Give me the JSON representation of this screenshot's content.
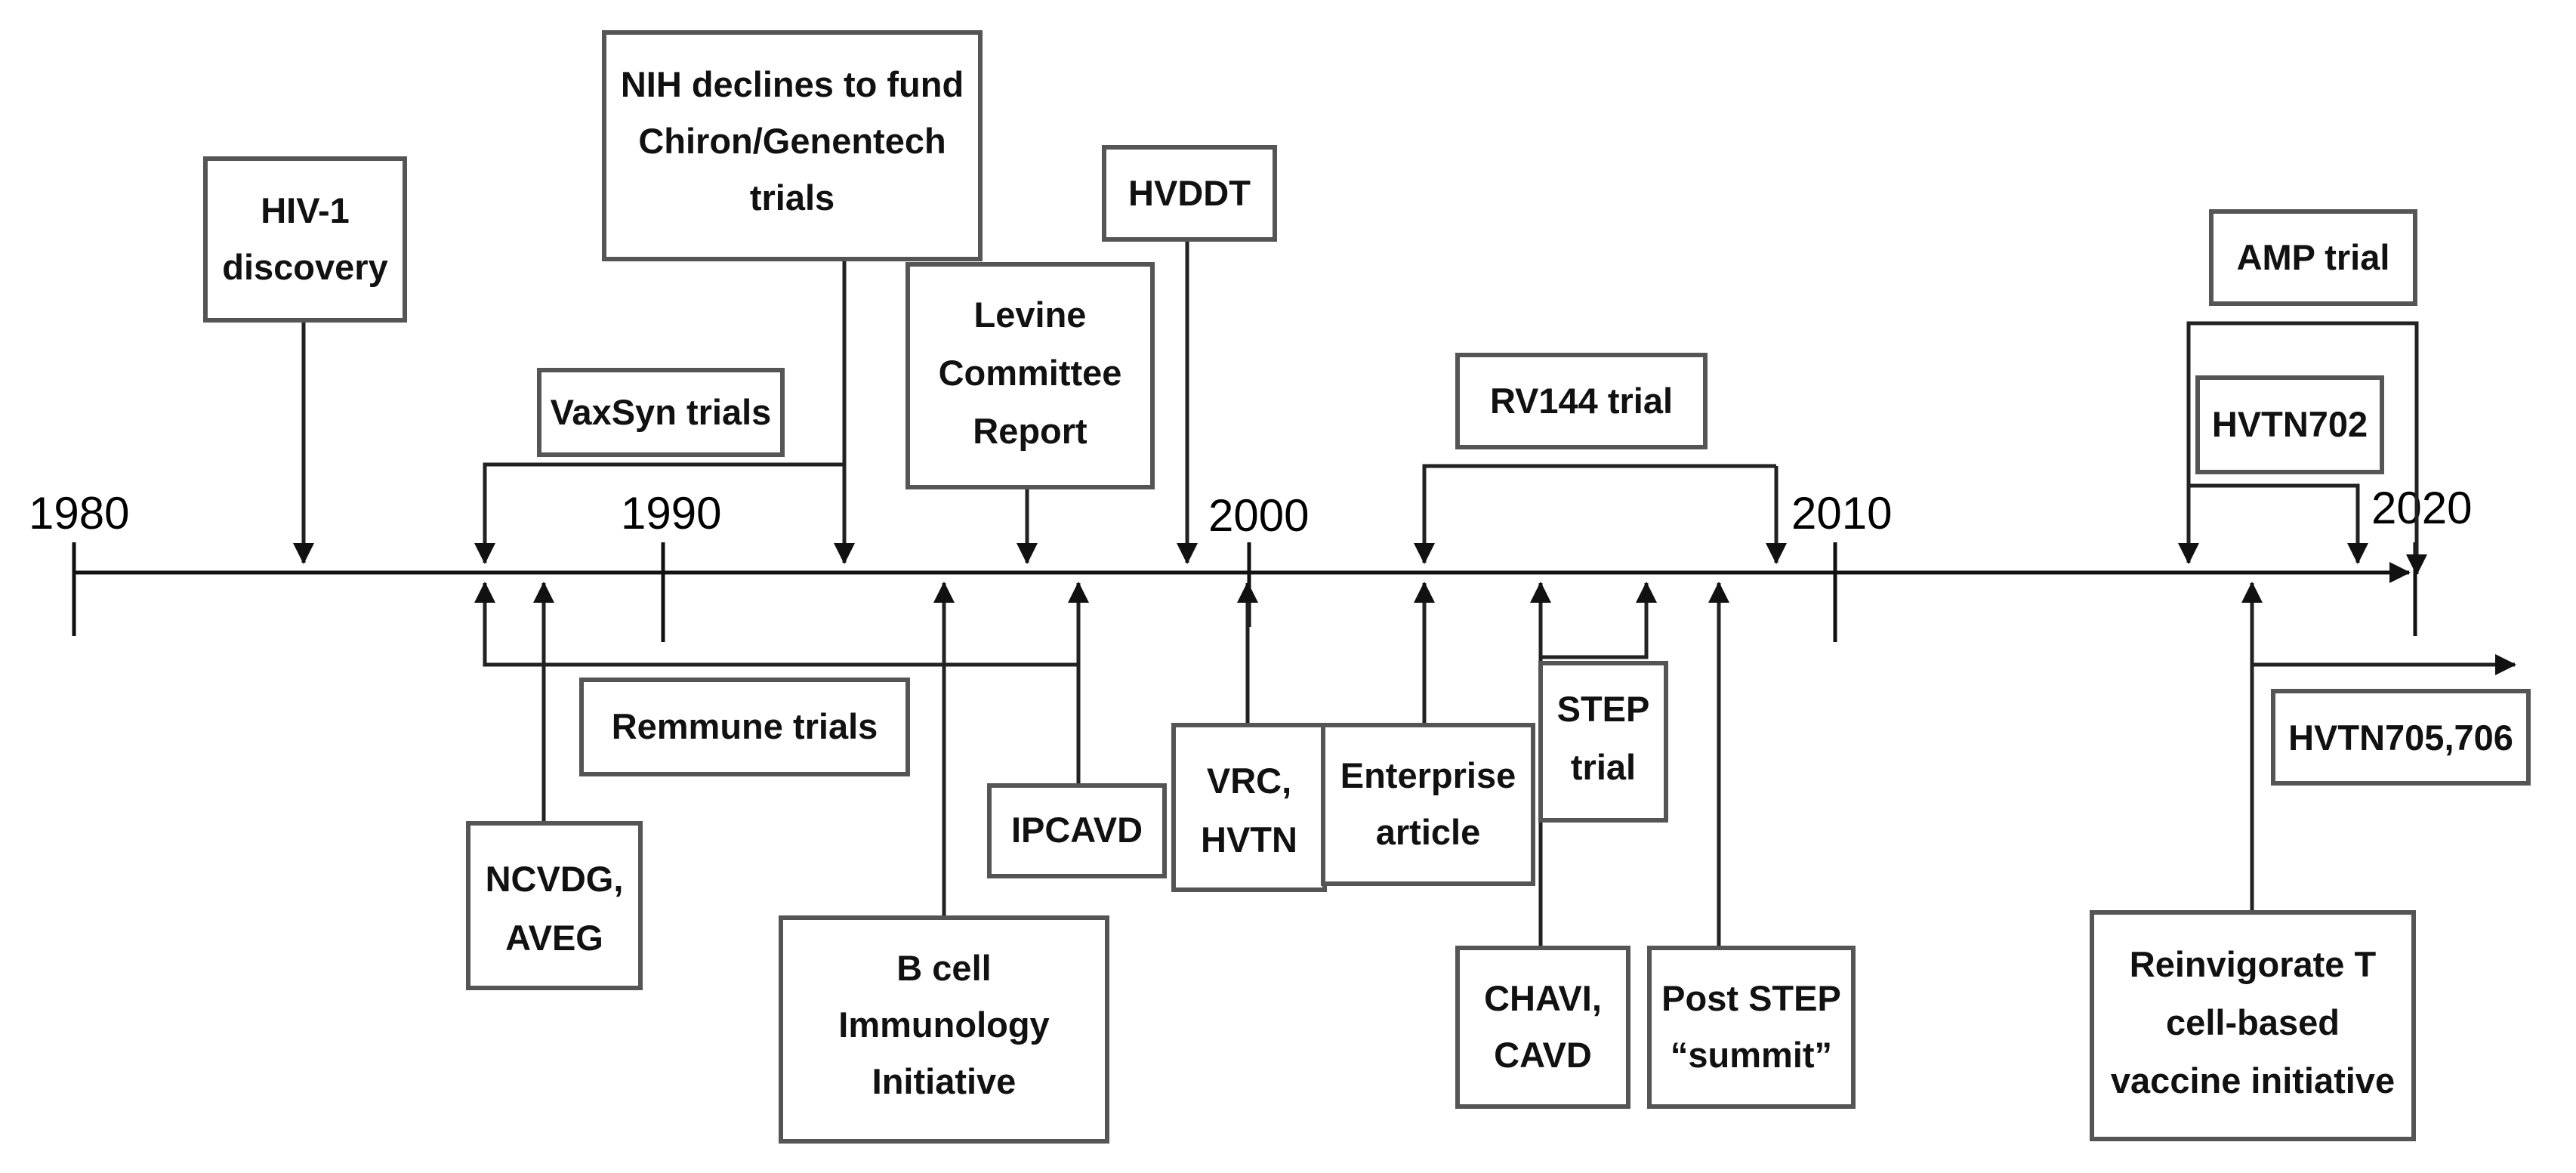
{
  "years": [
    {
      "label": "1980"
    },
    {
      "label": "1990"
    },
    {
      "label": "2000"
    },
    {
      "label": "2010"
    },
    {
      "label": "2020"
    }
  ],
  "events": {
    "hiv1": [
      "HIV-1",
      "discovery"
    ],
    "vaxsyn": [
      "VaxSyn trials"
    ],
    "nih": [
      "NIH declines to fund",
      "Chiron/Genentech",
      "trials"
    ],
    "levine": [
      "Levine",
      "Committee",
      "Report"
    ],
    "hvddt": [
      "HVDDT"
    ],
    "rv144": [
      "RV144 trial"
    ],
    "amp": [
      "AMP trial"
    ],
    "hvtn702": [
      "HVTN702"
    ],
    "remmune": [
      "Remmune trials"
    ],
    "ncvdg": [
      "NCVDG,",
      "AVEG"
    ],
    "bcell": [
      "B cell",
      "Immunology",
      "Initiative"
    ],
    "ipcavd": [
      "IPCAVD"
    ],
    "vrc": [
      "VRC,",
      "HVTN"
    ],
    "enterprise": [
      "Enterprise",
      "article"
    ],
    "step": [
      "STEP",
      "trial"
    ],
    "chavi": [
      "CHAVI,",
      "CAVD"
    ],
    "poststep": [
      "Post STEP",
      "“summit”"
    ],
    "reinvigorate": [
      "Reinvigorate T",
      "cell-based",
      "vaccine initiative"
    ],
    "hvtn705": [
      "HVTN705,706"
    ]
  }
}
